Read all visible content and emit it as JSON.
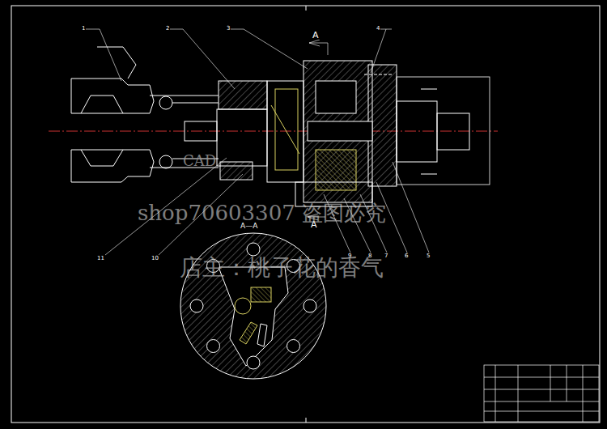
{
  "diagram": {
    "labels": [
      "1",
      "2",
      "3",
      "4",
      "A",
      "A",
      "A—A",
      "11",
      "10",
      "9",
      "8",
      "7",
      "6",
      "5",
      "CAD",
      "shop70603307 盗图必究",
      "店主：桃子花的香气"
    ]
  }
}
